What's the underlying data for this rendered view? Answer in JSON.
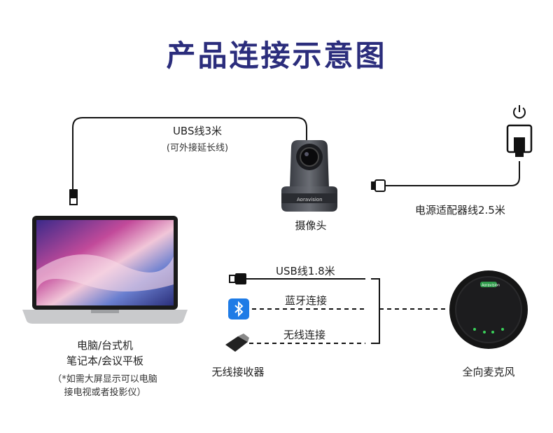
{
  "title": "产品连接示意图",
  "cable_top": {
    "label": "UBS线3米",
    "note": "(可外接延长线)"
  },
  "camera": {
    "label": "摄像头",
    "brand_text": "Aoravision"
  },
  "power": {
    "label": "电源适配器线2.5米",
    "icon": "power-icon"
  },
  "laptop": {
    "line1": "电脑/台式机",
    "line2": "笔记本/会议平板",
    "note1": "（*如需大屏显示可以电脑",
    "note2": "接电视或者投影仪）"
  },
  "usb_cable": {
    "label": "USB线1.8米"
  },
  "bluetooth": {
    "label": "蓝牙连接",
    "icon": "bluetooth-icon"
  },
  "wireless": {
    "label": "无线连接"
  },
  "receiver": {
    "label": "无线接收器"
  },
  "mic": {
    "label": "全向麦克风",
    "brand_text": "Aoravision"
  },
  "colors": {
    "title": "#2b2d7c",
    "bluetooth": "#1e7be6",
    "line": "#111111"
  }
}
